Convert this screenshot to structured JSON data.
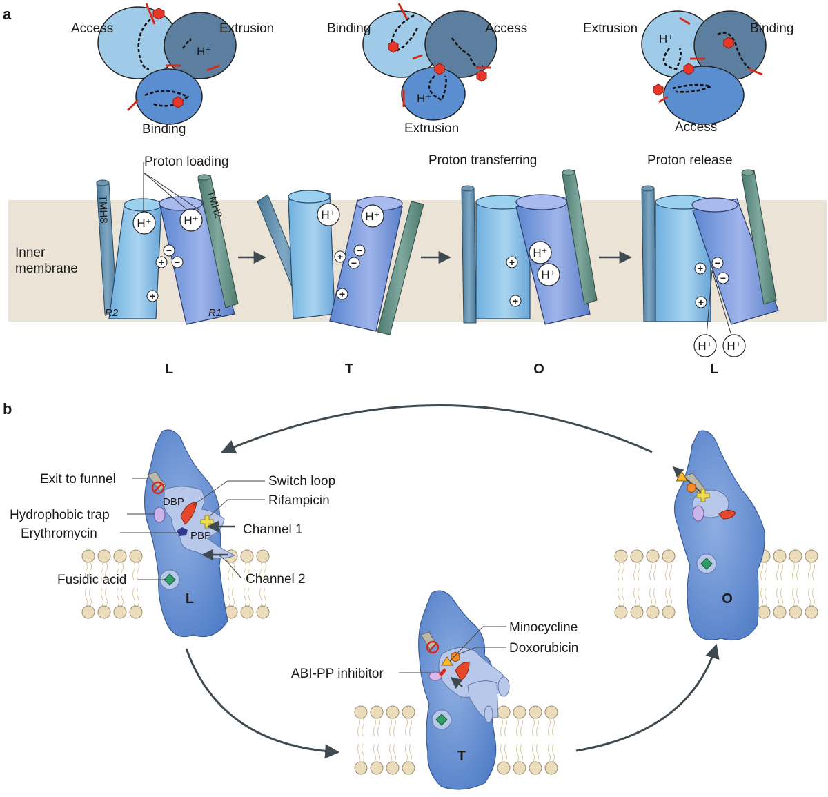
{
  "panel_a": {
    "letter": "a",
    "trimers": [
      {
        "left_label": "Access",
        "right_label": "Extrusion",
        "bottom_label": "Binding",
        "proton": "H⁺"
      },
      {
        "left_label": "Binding",
        "right_label": "Access",
        "bottom_label": "Extrusion",
        "proton": "H⁺"
      },
      {
        "left_label": "Extrusion",
        "right_label": "Binding",
        "bottom_label": "Access",
        "proton": "H⁺"
      }
    ],
    "membrane_label_line1": "Inner",
    "membrane_label_line2": "membrane",
    "step_labels": {
      "loading": "Proton loading",
      "transferring": "Proton transferring",
      "release": "Proton release"
    },
    "helix_labels": {
      "tmh8": "TMH8",
      "tmh2": "TMH2",
      "r2": "R2",
      "r1": "R1"
    },
    "ion_labels": {
      "proton": "H⁺",
      "plus": "+",
      "minus": "−"
    },
    "states": [
      "L",
      "T",
      "O",
      "L"
    ],
    "colors": {
      "membrane": "#ebe3d6",
      "protomer_light": "#9fcbe8",
      "protomer_dark": "#5d7f9f",
      "protomer_mid": "#5b8ed0",
      "helix_green": "#5f8a80",
      "helix_teal": "#5a88a8",
      "drug_red": "#e53828"
    }
  },
  "panel_b": {
    "letter": "b",
    "labels": {
      "exit": "Exit to funnel",
      "switch_loop": "Switch loop",
      "rifampicin": "Rifampicin",
      "hydrophobic": "Hydrophobic trap",
      "erythromycin": "Erythromycin",
      "channel1": "Channel 1",
      "channel2": "Channel 2",
      "fusidic": "Fusidic acid",
      "dbp": "DBP",
      "pbp": "PBP",
      "minocycline": "Minocycline",
      "doxorubicin": "Doxorubicin",
      "abi": "ABI-PP inhibitor"
    },
    "states": {
      "left": "L",
      "middle": "T",
      "right": "O"
    },
    "colors": {
      "protein": "#5a86cc",
      "pocket": "#b8c8ea",
      "lipid_head": "#ebdcbc",
      "arrow": "#3f4a50"
    }
  }
}
